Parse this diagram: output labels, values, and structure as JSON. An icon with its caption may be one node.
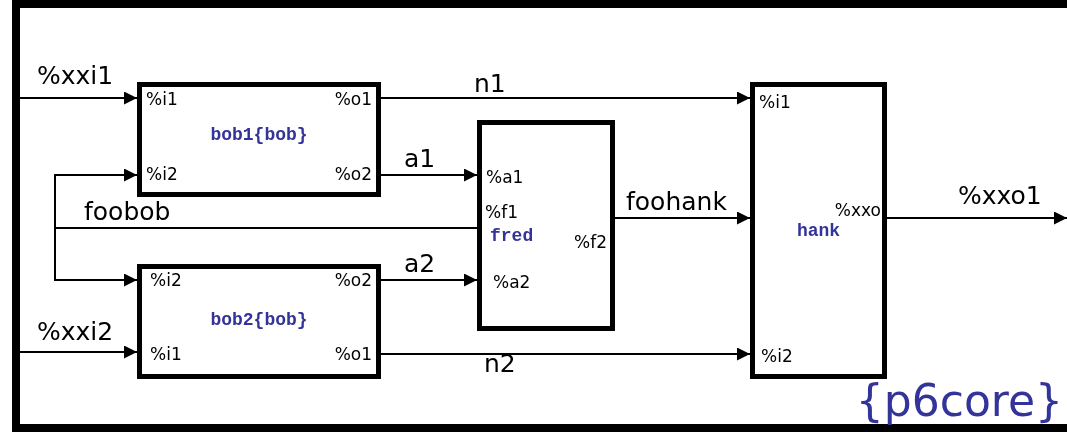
{
  "diagram": {
    "nodes": [
      {
        "text": [
          "{p6core}"
        ]
      },
      {
        "text": [
          "%i1",
          "%o1",
          "bob1{bob}",
          "%i2",
          "%o2"
        ],
        "in": 0
      },
      {
        "text": [
          "%i2",
          "%o2",
          "bob2{bob}",
          "%i1",
          "%o1"
        ],
        "in": 0
      },
      {
        "text": [
          "%a1",
          "%f1",
          "fred",
          "%f2",
          "%a2"
        ],
        "in": 0
      },
      {
        "text": [
          "%i1",
          "%xxo",
          "hank",
          "%i2"
        ],
        "in": 0
      }
    ],
    "edges": [
      {
        "from": 0,
        "to": 1,
        "arrow": "to",
        "label": "%xxi1"
      },
      {
        "from": 1,
        "to": 4,
        "arrow": "to",
        "label": "n1"
      },
      {
        "from": 1,
        "to": 3,
        "arrow": "to",
        "label": "a1"
      },
      {
        "from": 3,
        "to": 1,
        "arrow": "to",
        "label": "foobob"
      },
      {
        "from": 3,
        "to": 2,
        "arrow": "to"
      },
      {
        "from": 2,
        "to": 3,
        "arrow": "to",
        "label": "a2"
      },
      {
        "from": 0,
        "to": 2,
        "arrow": "to",
        "label": "%xxi2"
      },
      {
        "from": 2,
        "to": 4,
        "arrow": "to",
        "label": "n2"
      },
      {
        "from": 3,
        "to": 4,
        "arrow": "to",
        "label": "foohank"
      },
      {
        "from": 4,
        "to": null,
        "arrow": "to",
        "label": "%xxo1"
      }
    ]
  }
}
